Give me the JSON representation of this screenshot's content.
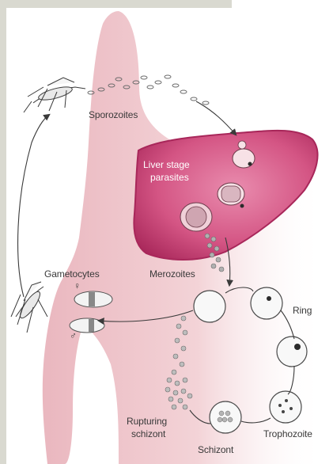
{
  "labels": {
    "sporozoites": "Sporozoites",
    "liver_line1": "Liver stage",
    "liver_line2": "parasites",
    "gametocytes": "Gametocytes",
    "merozoites": "Merozoites",
    "ring": "Ring",
    "trophozoite": "Trophozoite",
    "schizont": "Schizont",
    "rupturing_line1": "Rupturing",
    "rupturing_line2": "schizont",
    "female_symbol": "♀",
    "male_symbol": "♂"
  },
  "colors": {
    "body": "#f1cfd2",
    "body_edge": "#e7b8be",
    "liver": "#c83c6c",
    "liver_dark": "#a8275a",
    "line": "#3a3a3a"
  },
  "icons": [
    "mosquito-icon",
    "mosquito-icon",
    "liver-icon",
    "red-blood-cell-icon"
  ]
}
